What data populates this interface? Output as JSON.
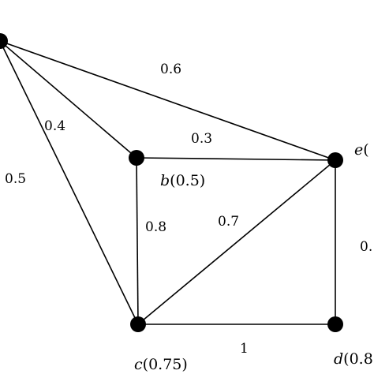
{
  "graph": {
    "colors": {
      "stroke": "#000000",
      "node": "#000000",
      "background": "#ffffff"
    },
    "nodes": {
      "a": {
        "name": "",
        "value": ""
      },
      "b": {
        "name": "b",
        "value": "(0.5)"
      },
      "c": {
        "name": "c",
        "value": "(0.75)"
      },
      "d": {
        "name": "d",
        "value": "(0.8"
      },
      "e": {
        "name": "e",
        "value": "("
      }
    },
    "edges": {
      "a_e": "0.6",
      "a_b": "0.4",
      "a_c": "0.5",
      "b_e": "0.3",
      "b_c": "0.8",
      "c_e": "0.7",
      "e_d": "0.",
      "c_d": "1"
    }
  }
}
